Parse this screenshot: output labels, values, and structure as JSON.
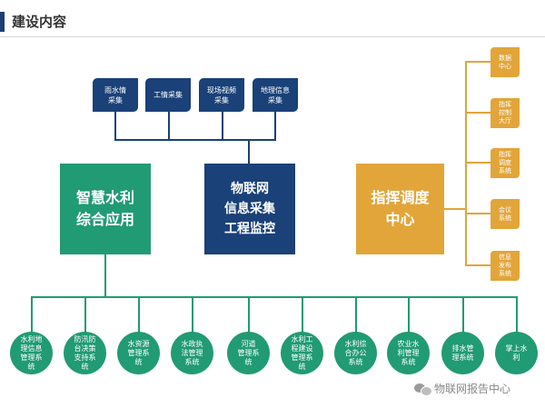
{
  "header": {
    "title": "建设内容"
  },
  "sensors": [
    {
      "label": "雨水情\n采集"
    },
    {
      "label": "工情采集"
    },
    {
      "label": "现场视频\n采集"
    },
    {
      "label": "地理信息\n采集"
    }
  ],
  "main": {
    "smart": "智慧水利\n综合应用",
    "iot": "物联网\n信息采集\n工程监控",
    "command": "指挥调度\n中心"
  },
  "command_items": [
    {
      "label": "数据\n中心"
    },
    {
      "label": "指挥\n控制\n大厅"
    },
    {
      "label": "指挥\n调度\n系统"
    },
    {
      "label": "会议\n系统"
    },
    {
      "label": "信息\n发布\n系统"
    }
  ],
  "apps": [
    {
      "label": "水利地\n理信息\n管理系\n统"
    },
    {
      "label": "防汛防\n台决策\n支持系\n统"
    },
    {
      "label": "水资源\n管理系\n统"
    },
    {
      "label": "水政执\n法管理\n系统"
    },
    {
      "label": "河道\n管理系\n统"
    },
    {
      "label": "水利工\n程建设\n管理系\n统"
    },
    {
      "label": "水利综\n合办公\n系统"
    },
    {
      "label": "农业水\n利管理\n系统"
    },
    {
      "label": "排水管\n理系统"
    },
    {
      "label": "掌上水\n利"
    }
  ],
  "watermark": "物联网报告中心",
  "colors": {
    "navy": "#1a4178",
    "green": "#219b73",
    "gold": "#e2a53a"
  }
}
